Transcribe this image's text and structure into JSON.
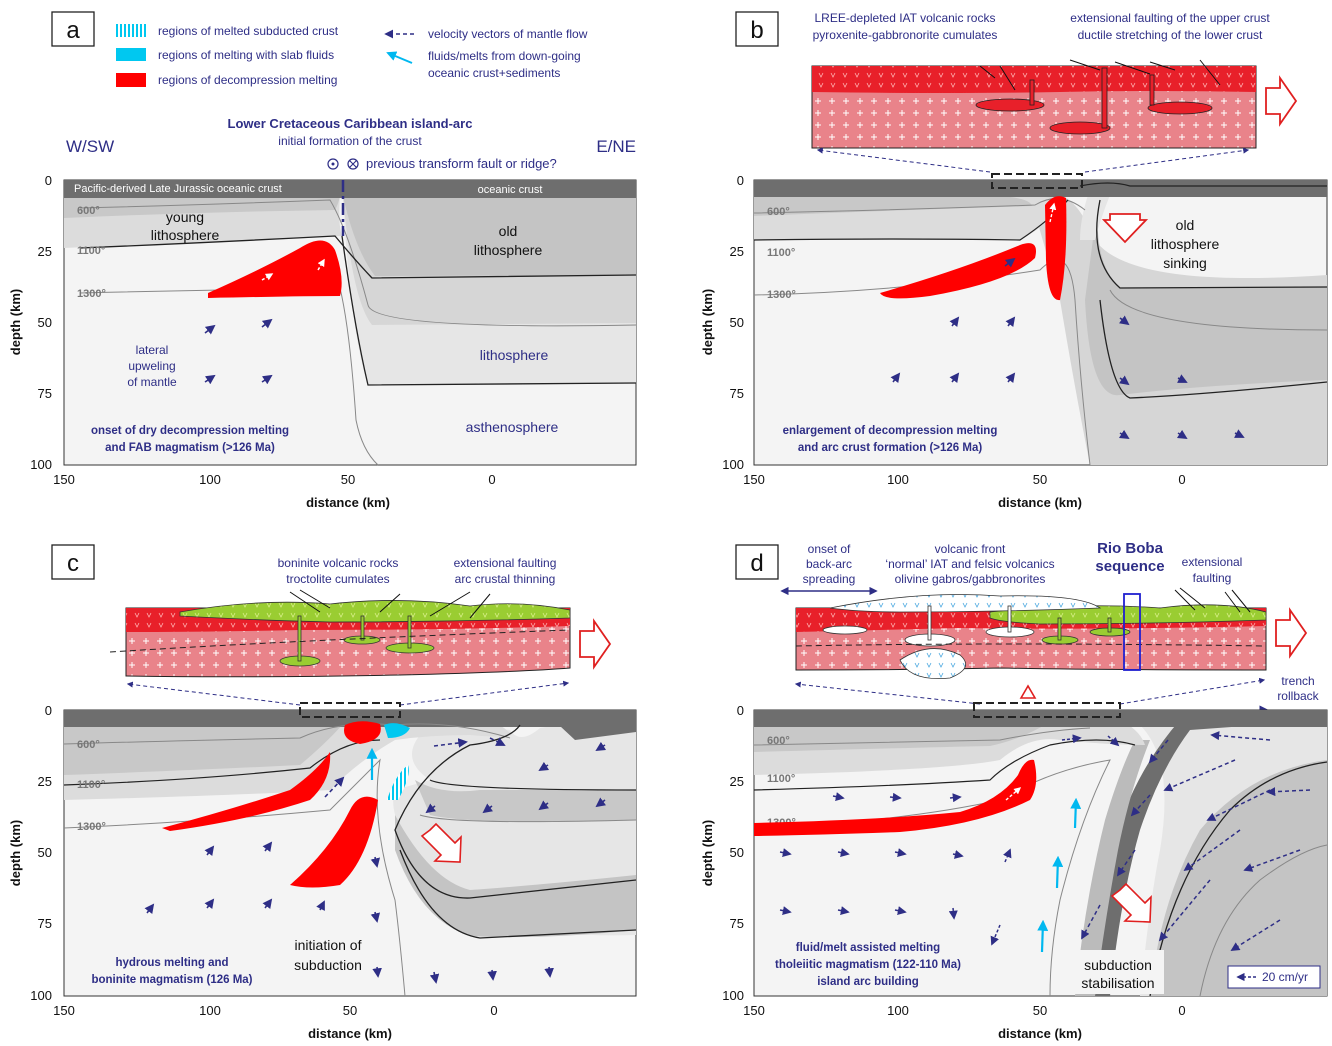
{
  "colors": {
    "navy": "#2e2e86",
    "melt_red": "#ff0000",
    "crust_pink": "#e9838a",
    "boninite_green": "#9acd32",
    "slab_cyan": "#00c8f0",
    "oceanic_crust_dark": "#6e6e6e",
    "lithosphere_mid": "#c4c4c4",
    "lithosphere_light": "#e6e6e6",
    "asthenosphere": "#f4f4f4"
  },
  "legend": {
    "melted_subducted_crust": "regions of melted subducted crust",
    "melting_with_slab_fluids": "regions of melting with slab fluids",
    "decompression_melting": "regions of decompression melting",
    "velocity_vectors": "velocity vectors of mantle flow",
    "fluids_line1": "fluids/melts from down-going",
    "fluids_line2": "oceanic crust+sediments"
  },
  "axes": {
    "ylabel": "depth (km)",
    "xlabel": "distance (km)",
    "yticks": [
      "0",
      "25",
      "50",
      "75",
      "100"
    ],
    "xticks": [
      "150",
      "100",
      "50",
      "0"
    ]
  },
  "isotherms": [
    "600°",
    "1100°",
    "1300°"
  ],
  "panel_a": {
    "letter": "a",
    "title": "Lower Cretaceous Caribbean island-arc",
    "subtitle": "initial formation of the crust",
    "west": "W/SW",
    "east": "E/NE",
    "transform_note": "previous transform fault or ridge?",
    "ocean_crust_left": "Pacific-derived Late Jurassic oceanic crust",
    "ocean_crust_right": "oceanic crust",
    "young_lith_1": "young",
    "young_lith_2": "lithosphere",
    "old_lith_1": "old",
    "old_lith_2": "lithosphere",
    "lithosphere": "lithosphere",
    "asthenosphere": "asthenosphere",
    "lateral_1": "lateral",
    "lateral_2": "upweling",
    "lateral_3": "of mantle",
    "caption_1": "onset of dry decompression melting",
    "caption_2": "and FAB magmatism (>126 Ma)"
  },
  "panel_b": {
    "letter": "b",
    "label_left_1": "LREE-depleted IAT volcanic rocks",
    "label_left_2": "pyroxenite-gabbronorite cumulates",
    "label_right_1": "extensional faulting of the upper crust",
    "label_right_2": "ductile stretching of the lower crust",
    "old_1": "old",
    "old_2": "lithosphere",
    "old_3": "sinking",
    "caption_1": "enlargement of decompression melting",
    "caption_2": "and arc crust formation (>126 Ma)"
  },
  "panel_c": {
    "letter": "c",
    "label_left_1": "boninite volcanic rocks",
    "label_left_2": "troctolite cumulates",
    "label_right_1": "extensional faulting",
    "label_right_2": "arc crustal thinning",
    "initiation_1": "initiation of",
    "initiation_2": "subduction",
    "caption_1": "hydrous melting and",
    "caption_2": "boninite magmatism (126 Ma)"
  },
  "panel_d": {
    "letter": "d",
    "onset_1": "onset of",
    "onset_2": "back-arc",
    "onset_3": "spreading",
    "front_1": "volcanic front",
    "front_2": "‘normal’ IAT and felsic volcanics",
    "front_3": "olivine gabros/gabbronorites",
    "rio_1": "Rio Boba",
    "rio_2": "sequence",
    "ext_1": "extensional",
    "ext_2": "faulting",
    "trench_1": "trench",
    "trench_2": "rollback",
    "stab_1": "subduction",
    "stab_2": "stabilisation",
    "scale": "20 cm/yr",
    "caption_1": "fluid/melt assisted melting",
    "caption_2": "tholeiitic magmatism (122-110 Ma)",
    "caption_3": "island arc building"
  }
}
